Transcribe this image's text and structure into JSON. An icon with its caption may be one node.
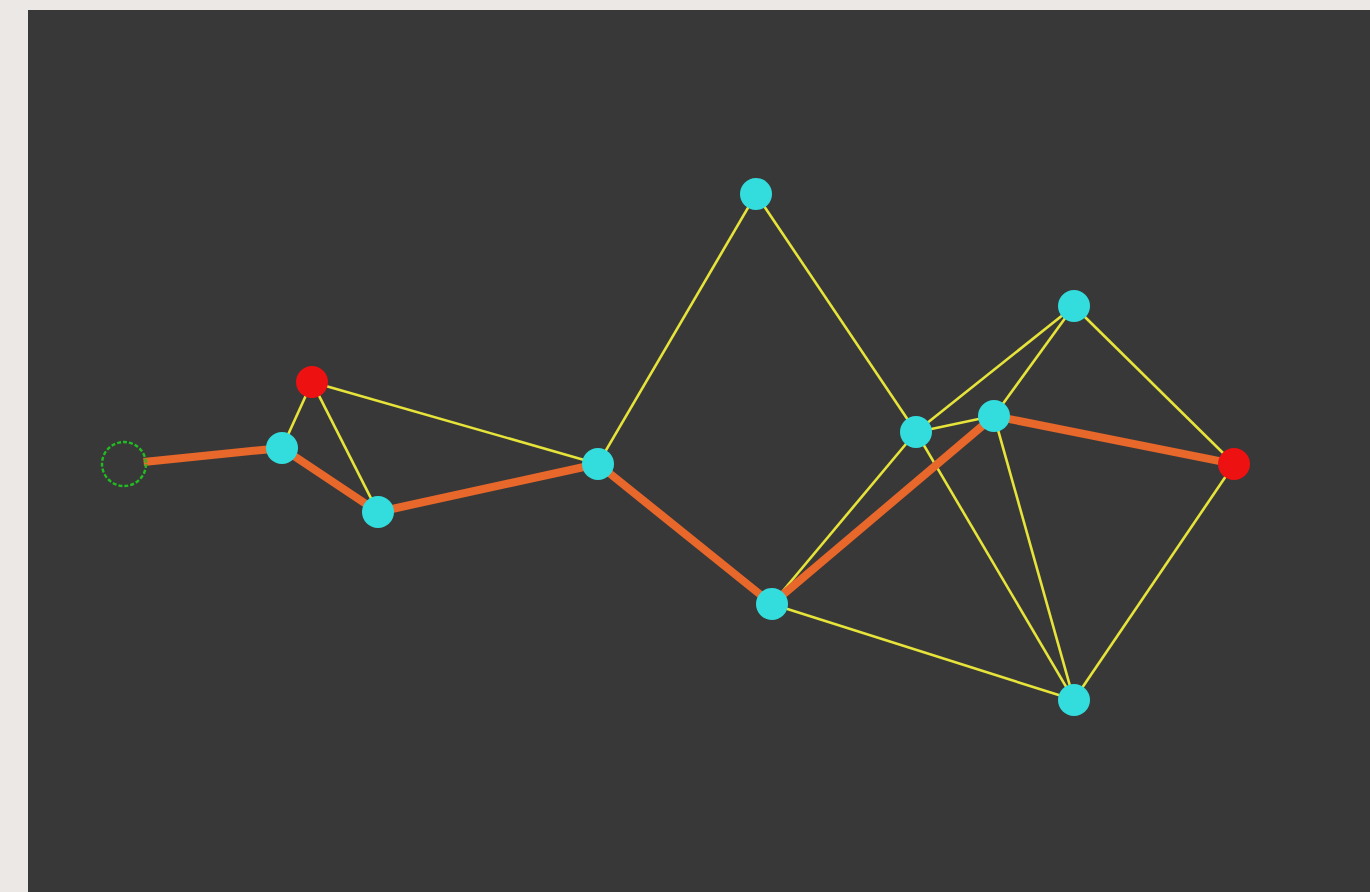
{
  "diagram": {
    "nodes": [
      {
        "text": [],
        "shape": "circle"
      },
      {
        "text": [],
        "shape": "circle"
      },
      {
        "text": [],
        "shape": "circle"
      },
      {
        "text": [],
        "shape": "circle"
      },
      {
        "text": [],
        "shape": "circle"
      },
      {
        "text": [],
        "shape": "circle"
      },
      {
        "text": [],
        "shape": "circle"
      },
      {
        "text": [],
        "shape": "circle"
      },
      {
        "text": [],
        "shape": "circle"
      },
      {
        "text": [],
        "shape": "circle"
      },
      {
        "text": [],
        "shape": "circle"
      },
      {
        "text": [],
        "shape": "circle"
      }
    ],
    "edges": [
      {
        "from": 1,
        "to": 2,
        "arrow": "none"
      },
      {
        "from": 2,
        "to": 3,
        "arrow": "none"
      },
      {
        "from": 2,
        "to": 4,
        "arrow": "none"
      },
      {
        "from": 4,
        "to": 5,
        "arrow": "none"
      },
      {
        "from": 5,
        "to": 7,
        "arrow": "none"
      },
      {
        "from": 6,
        "to": 7,
        "arrow": "none"
      },
      {
        "from": 6,
        "to": 10,
        "arrow": "none"
      },
      {
        "from": 7,
        "to": 9,
        "arrow": "none"
      },
      {
        "from": 7,
        "to": 8,
        "arrow": "none"
      },
      {
        "from": 7,
        "to": 10,
        "arrow": "none"
      },
      {
        "from": 8,
        "to": 9,
        "arrow": "none"
      },
      {
        "from": 8,
        "to": 10,
        "arrow": "none"
      },
      {
        "from": 9,
        "to": 11,
        "arrow": "none"
      },
      {
        "from": 10,
        "to": 11,
        "arrow": "none"
      },
      {
        "from": 0,
        "to": 1,
        "arrow": "none",
        "style": "thick",
        "color": "#e8672a"
      },
      {
        "from": 1,
        "to": 3,
        "arrow": "none",
        "style": "thick",
        "color": "#e8672a"
      },
      {
        "from": 3,
        "to": 4,
        "arrow": "none",
        "style": "thick",
        "color": "#e8672a"
      },
      {
        "from": 4,
        "to": 6,
        "arrow": "none",
        "style": "thick",
        "color": "#e8672a"
      },
      {
        "from": 6,
        "to": 8,
        "arrow": "none",
        "style": "thick",
        "color": "#e8672a"
      },
      {
        "from": 8,
        "to": 11,
        "arrow": "none",
        "style": "thick",
        "color": "#e8672a"
      }
    ]
  }
}
